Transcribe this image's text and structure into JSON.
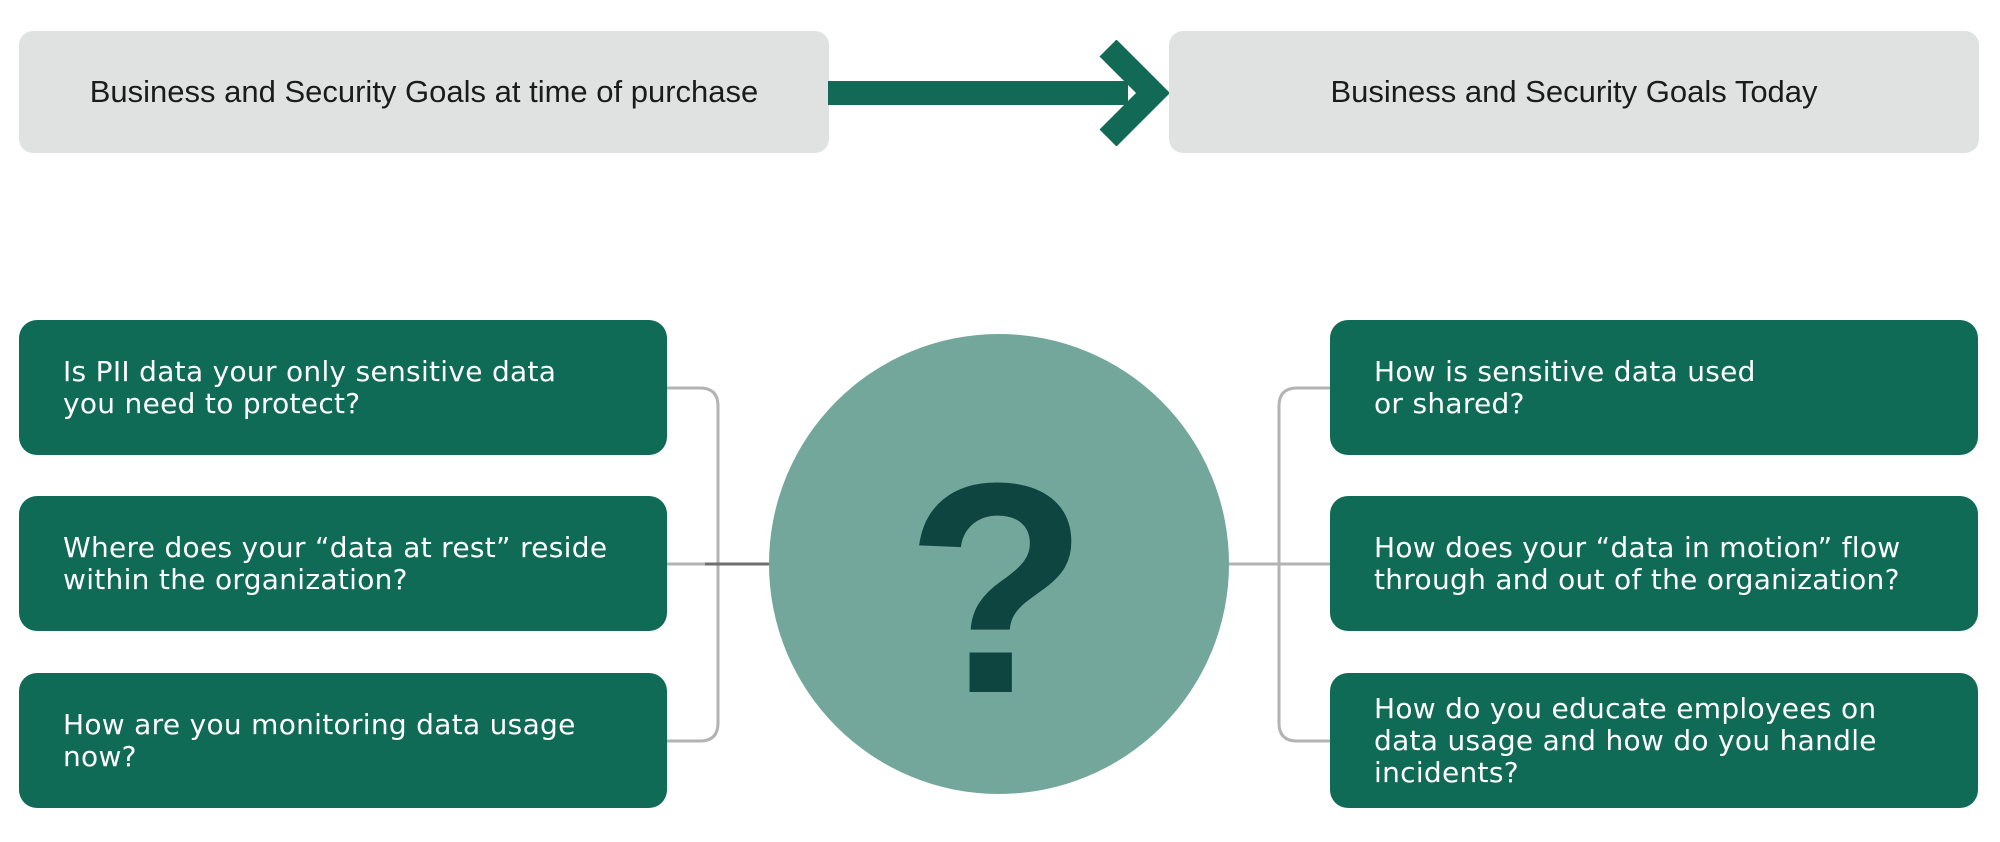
{
  "goals": {
    "at_purchase": "Business and Security Goals at time of purchase",
    "today": "Business and Security Goals Today"
  },
  "center": {
    "symbol": "?"
  },
  "left_questions": [
    "Is PII data your only sensitive data\nyou need to protect?",
    "Where does your “data at rest” reside\nwithin the organization?",
    "How are you monitoring data usage\nnow?"
  ],
  "right_questions": [
    "How is sensitive data used\nor shared?",
    "How does your “data in motion” flow\nthrough and out of the organization?",
    "How do you educate employees on\ndata usage and how do you handle\nincidents?"
  ],
  "colors": {
    "card_green": "#106b56",
    "arrow_green": "#126a56",
    "circle_light": "#73a79b",
    "qmark_dark": "#0e4541",
    "goal_box_gray": "#e0e2e1",
    "connector_gray": "#b3b3b3"
  }
}
